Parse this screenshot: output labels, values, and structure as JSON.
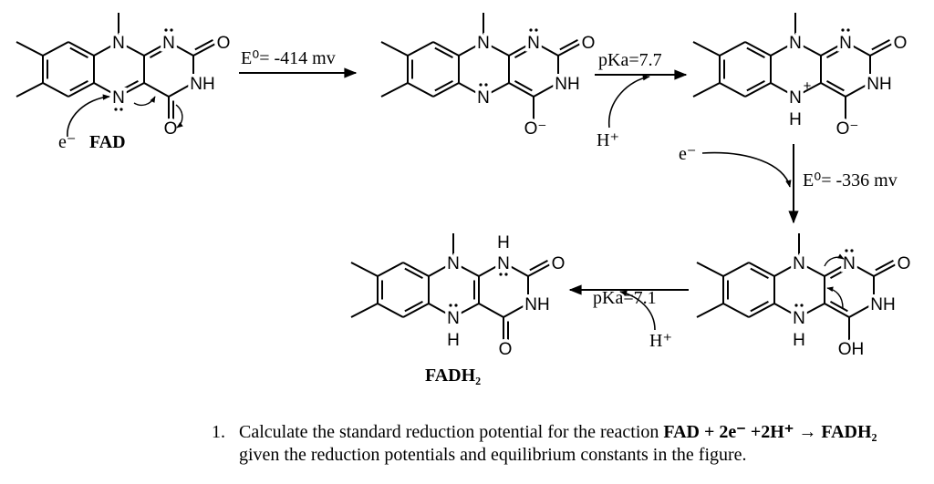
{
  "molecules": [
    {
      "id": "fad",
      "atoms": {
        "N10": "N",
        "N1": "N",
        "O2": "O",
        "N3": "NH",
        "N5": "N",
        "O4": "O"
      },
      "name": "FAD"
    },
    {
      "id": "semiquinone-anion",
      "atoms": {
        "N10": "N",
        "N1": "N",
        "O2": "O",
        "N3": "NH",
        "N5": "N",
        "O4": "O⁻"
      }
    },
    {
      "id": "semiquinone-protonated",
      "atoms": {
        "N10": "N",
        "N1": "N",
        "O2": "O",
        "N3": "NH",
        "N5": "N",
        "H5": "H",
        "plus": "+",
        "O4": "O⁻"
      }
    },
    {
      "id": "hydroquinone-enol",
      "atoms": {
        "N10": "N",
        "N1": "N",
        "O2": "O",
        "N3": "NH",
        "N5": "N",
        "H5": "H",
        "O4": "OH"
      }
    },
    {
      "id": "fadh2",
      "atoms": {
        "N10": "N",
        "N1": "N",
        "H1": "H",
        "O2": "O",
        "N3": "NH",
        "N5": "N",
        "H5": "H",
        "O4": "O"
      },
      "name": "FADH₂"
    }
  ],
  "labels": {
    "fad_name": "FAD",
    "fadh2_name": "FADH₂",
    "electron1": "e⁻",
    "step1": "E⁰= -414 mv",
    "step2": "pKa=7.7",
    "proton1": "H⁺",
    "electron2": "e⁻",
    "step3": "E⁰= -336 mv",
    "step4": "pKa=7.1",
    "proton2": "H⁺"
  },
  "question": {
    "number": "1.",
    "line1_pre": "Calculate the standard reduction potential for the reaction ",
    "line1_bold": "FAD + 2e⁻ +2H⁺ → FADH₂",
    "line2": "given the reduction potentials and equilibrium constants in the figure."
  }
}
